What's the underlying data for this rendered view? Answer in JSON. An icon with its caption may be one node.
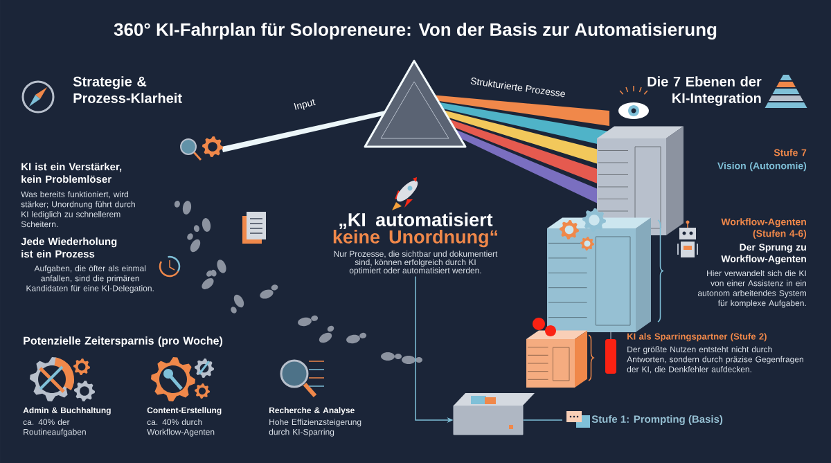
{
  "diagram": {
    "title": "360° KI-Fahrplan für Solopreneure: Von der Basis zur Automatisierung",
    "nodes": [
      {
        "text": [
          "„KI automatisiert",
          "keine Unordnung“",
          "Nur Prozesse, die sichtbar und dokumentiert sind, können erfolgreich durch KI optimiert oder automatisiert werden."
        ]
      },
      {
        "text": [],
        "shape": "box"
      },
      {
        "text": [
          "Stufe 1: Prompting (Basis)"
        ]
      }
    ],
    "edges": [
      {
        "from": 0,
        "to": 1,
        "arrow": "to"
      },
      {
        "from": 2,
        "to": 1,
        "arrow": "none"
      }
    ],
    "labels": [
      "Strategie & Prozess-Klarheit",
      "Input",
      "Strukturierte Prozesse",
      "Die 7 Ebenen der KI-Integration",
      "KI ist ein Verstärker, kein Problemlöser",
      "Was bereits funktioniert, wird stärker; Unordnung führt durch KI lediglich zu schnellerem Scheitern.",
      "Stufe 7",
      "Vision (Autonomie)",
      "Jede Wiederholung ist ein Prozess",
      "Aufgaben, die öfter als einmal anfallen, sind die primären Kandidaten für eine KI-Delegation.",
      "Workflow-Agenten (Stufen 4-6)",
      "Der Sprung zu Workflow-Agenten",
      "Hier verwandelt sich die KI von einer Assistenz in ein autonom arbeitendes System für komplexe Aufgaben.",
      "KI als Sparringspartner (Stufe 2)",
      "Der größte Nutzen entsteht nicht durch Antworten, sondern durch präzise Gegenfragen der KI, die Denkfehler aufdecken.",
      "Potenzielle Zeitersparnis (pro Woche)",
      "Admin & Buchhaltung",
      "ca. 40% der Routineaufgaben",
      "Content-Erstellung",
      "ca. 40% durch Workflow-Agenten",
      "Recherche & Analyse",
      "Hohe Effizienzsteigerung durch KI-Sparring"
    ]
  }
}
